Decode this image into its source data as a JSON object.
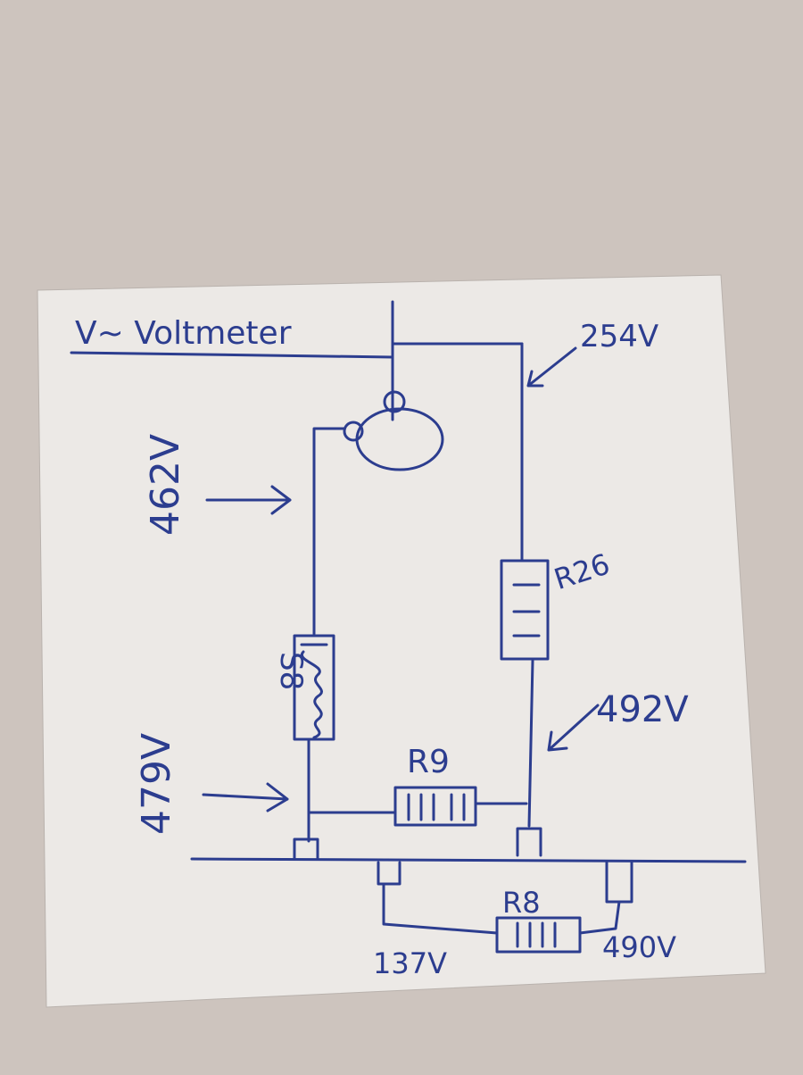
{
  "diagram": {
    "title": "V~ Voltmeter",
    "labels": {
      "v_top_right": "254V",
      "v_left_upper": "462V",
      "v_left_lower": "479V",
      "v_right_mid": "492V",
      "v_bottom_left": "137V",
      "v_bottom_right": "490V"
    },
    "components": {
      "r26": "R26",
      "s8": "S8",
      "r9": "R9",
      "r8": "R8"
    },
    "colors": {
      "ink": "#2c3d8f",
      "paper": "#eeebe8",
      "background": "#cdc4be"
    }
  }
}
